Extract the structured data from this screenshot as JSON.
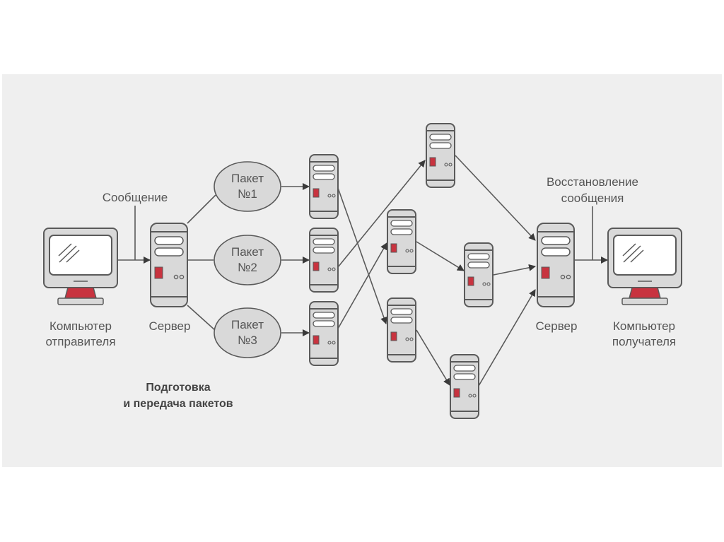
{
  "diagram": {
    "sender": {
      "label_line1": "Компьютер",
      "label_line2": "отправителя"
    },
    "message_label": "Сообщение",
    "sender_server_label": "Сервер",
    "packets": [
      {
        "line1": "Пакет",
        "line2": "№1"
      },
      {
        "line1": "Пакет",
        "line2": "№2"
      },
      {
        "line1": "Пакет",
        "line2": "№3"
      }
    ],
    "caption_line1": "Подготовка",
    "caption_line2": "и передача пакетов",
    "reassembly_label_line1": "Восстановление",
    "reassembly_label_line2": "сообщения",
    "receiver_server_label": "Сервер",
    "receiver": {
      "label_line1": "Компьютер",
      "label_line2": "получателя"
    },
    "colors": {
      "accent": "#c8333f",
      "stroke": "#5a5a5a",
      "fill": "#d9d9d9",
      "background": "#efefef"
    }
  }
}
